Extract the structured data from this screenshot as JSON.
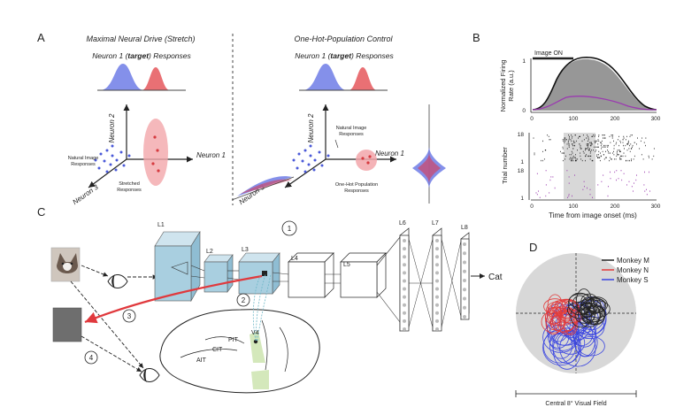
{
  "panels": {
    "A": {
      "label": "A",
      "left_title": "Maximal Neural Drive (Stretch)",
      "right_title": "One-Hot-Population Control",
      "responses_prefix": "Neuron 1 (",
      "responses_target": "target",
      "responses_suffix": ") Responses",
      "neuron1": "Neuron 1",
      "neuron2": "Neuron 2",
      "neuron3": "Neuron 3",
      "natural_left_line1": "Natural Image",
      "natural_left_line2": "Responses",
      "natural_right_line1": "Natural Image",
      "natural_right_line2": "Responses",
      "stretched_line1": "Stretched",
      "stretched_line2": "Responses",
      "onehot_line1": "One-Hot Population",
      "onehot_line2": "Responses"
    },
    "B": {
      "label": "B",
      "image_on": "Image ON",
      "ylabel_top_line1": "Normalized Firing",
      "ylabel_top_line2": "Rate (a.u.)",
      "ylabel_bottom": "Trial number",
      "xlabel": "Time from image onset (ms)",
      "xticks_top": [
        "0",
        "100",
        "200",
        "300"
      ],
      "xticks_bottom": [
        "0",
        "100",
        "200",
        "300"
      ],
      "yticks_top": [
        "1",
        "0"
      ],
      "yticks_bottom": [
        "18",
        "1",
        "18",
        "1"
      ]
    },
    "C": {
      "label": "C",
      "layers": [
        "L1",
        "L2",
        "L3",
        "L4",
        "L5",
        "L6",
        "L7",
        "L8"
      ],
      "output": "Cat",
      "steps": [
        "1",
        "2",
        "3",
        "4"
      ],
      "areas": [
        "V4",
        "PIT",
        "CIT",
        "AIT"
      ]
    },
    "D": {
      "label": "D",
      "legend": [
        "Monkey M",
        "Monkey N",
        "Monkey S"
      ],
      "caption": "Central 8° Visual Field"
    }
  },
  "colors": {
    "blue": "#6f7de6",
    "red": "#e5575c",
    "pink": "#f2a6aa",
    "cnn_blue": "#a9cfe0",
    "purple": "#9b3bb0",
    "gray_panel": "#d8d8d8",
    "arrow_red": "#e0393d",
    "monkey_m": "#222222",
    "monkey_n": "#e33b3b",
    "monkey_s": "#3b46e0"
  }
}
